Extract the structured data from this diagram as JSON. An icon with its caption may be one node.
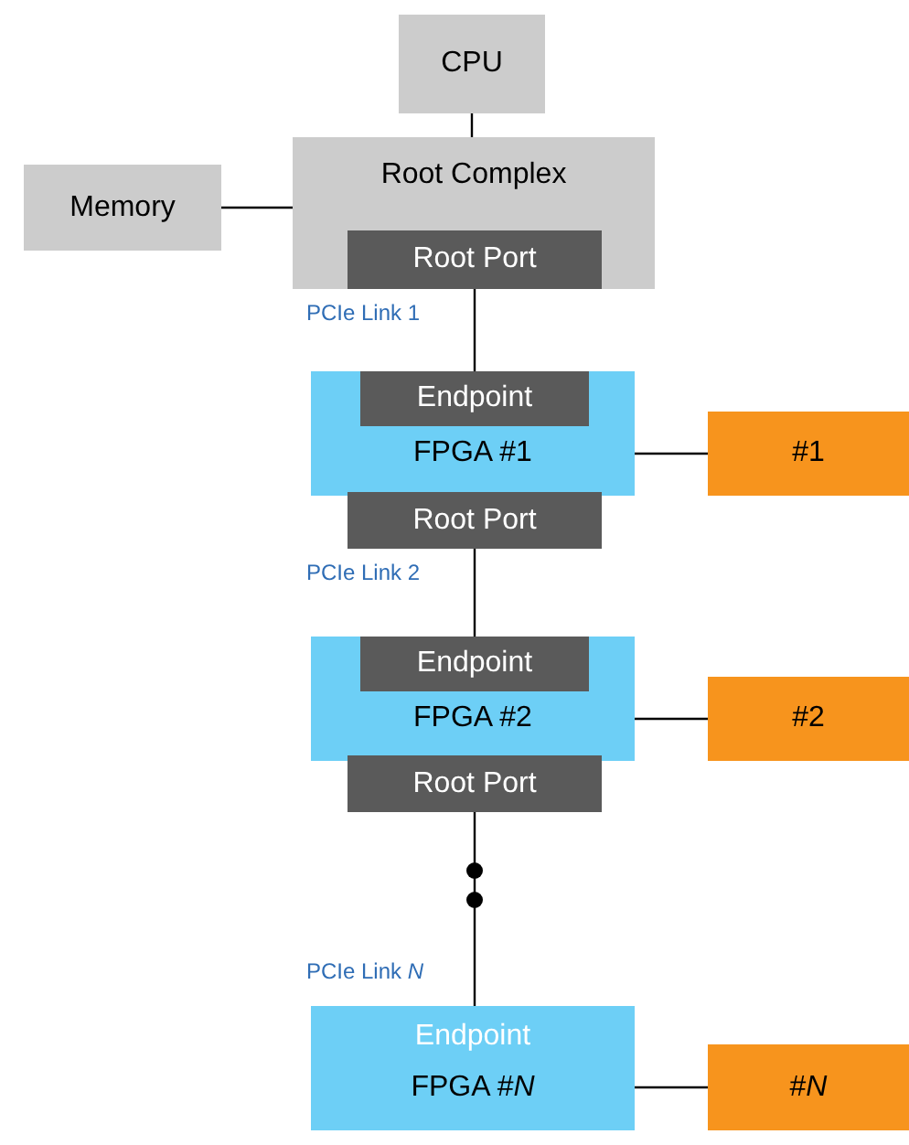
{
  "diagram": {
    "nodes": [
      {
        "text": [
          "CPU"
        ]
      },
      {
        "text": [
          "Root Complex"
        ]
      },
      {
        "text": [
          "Root Port"
        ],
        "in": 1
      },
      {
        "text": [
          "Memory"
        ]
      },
      {
        "text": [
          "FPGA #1"
        ]
      },
      {
        "text": [
          "Endpoint"
        ],
        "in": 4
      },
      {
        "text": [
          "Root Port"
        ]
      },
      {
        "text": [
          "#1"
        ]
      },
      {
        "text": [
          "FPGA #2"
        ]
      },
      {
        "text": [
          "Endpoint"
        ],
        "in": 8
      },
      {
        "text": [
          "Root Port"
        ]
      },
      {
        "text": [
          "#2"
        ]
      },
      {
        "text": [
          "Endpoint",
          "FPGA #*N*"
        ]
      },
      {
        "text": [
          "#*N*"
        ]
      }
    ],
    "edges": [
      {
        "from": 0,
        "to": 1,
        "arrow": "none"
      },
      {
        "from": 3,
        "to": 1,
        "arrow": "none"
      },
      {
        "from": 2,
        "to": 5,
        "arrow": "none",
        "label": "PCIe Link 1"
      },
      {
        "from": 4,
        "to": 7,
        "arrow": "none"
      },
      {
        "from": 6,
        "to": 9,
        "arrow": "none",
        "label": "PCIe Link 2"
      },
      {
        "from": 8,
        "to": 11,
        "arrow": "none"
      },
      {
        "from": 10,
        "to": 12,
        "arrow": "none",
        "label": "PCIe Link *N*"
      },
      {
        "from": 12,
        "to": 13,
        "arrow": "none"
      }
    ]
  }
}
